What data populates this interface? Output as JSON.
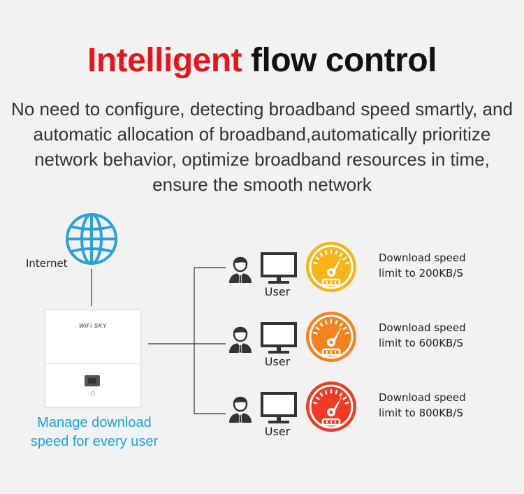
{
  "header": {
    "title_highlight": "Intelligent",
    "title_rest": "flow control",
    "description": "No need to configure, detecting broadband speed smartly, and automatic allocation of broadband,automatically prioritize network behavior, optimize broadband resources in time, ensure the smooth network"
  },
  "internet": {
    "label": "Internet",
    "icon": "globe-icon"
  },
  "device": {
    "brand": "WiFi SKY",
    "icon": "ethernet-port-icon"
  },
  "manage": {
    "line1": "Manage download",
    "line2": "speed for every user"
  },
  "users": [
    {
      "label": "User",
      "speed_line1": "Download speed",
      "speed_line2": "limit to 200KB/S",
      "gauge_color": "#f6b417"
    },
    {
      "label": "User",
      "speed_line1": "Download speed",
      "speed_line2": "limit to 600KB/S",
      "gauge_color": "#f4821f"
    },
    {
      "label": "User",
      "speed_line1": "Download speed",
      "speed_line2": "limit to 800KB/S",
      "gauge_color": "#ef3a26"
    }
  ],
  "colors": {
    "accent_red": "#e8141b",
    "accent_blue": "#1aa3e0",
    "globe_blue": "#2aa1d9"
  }
}
